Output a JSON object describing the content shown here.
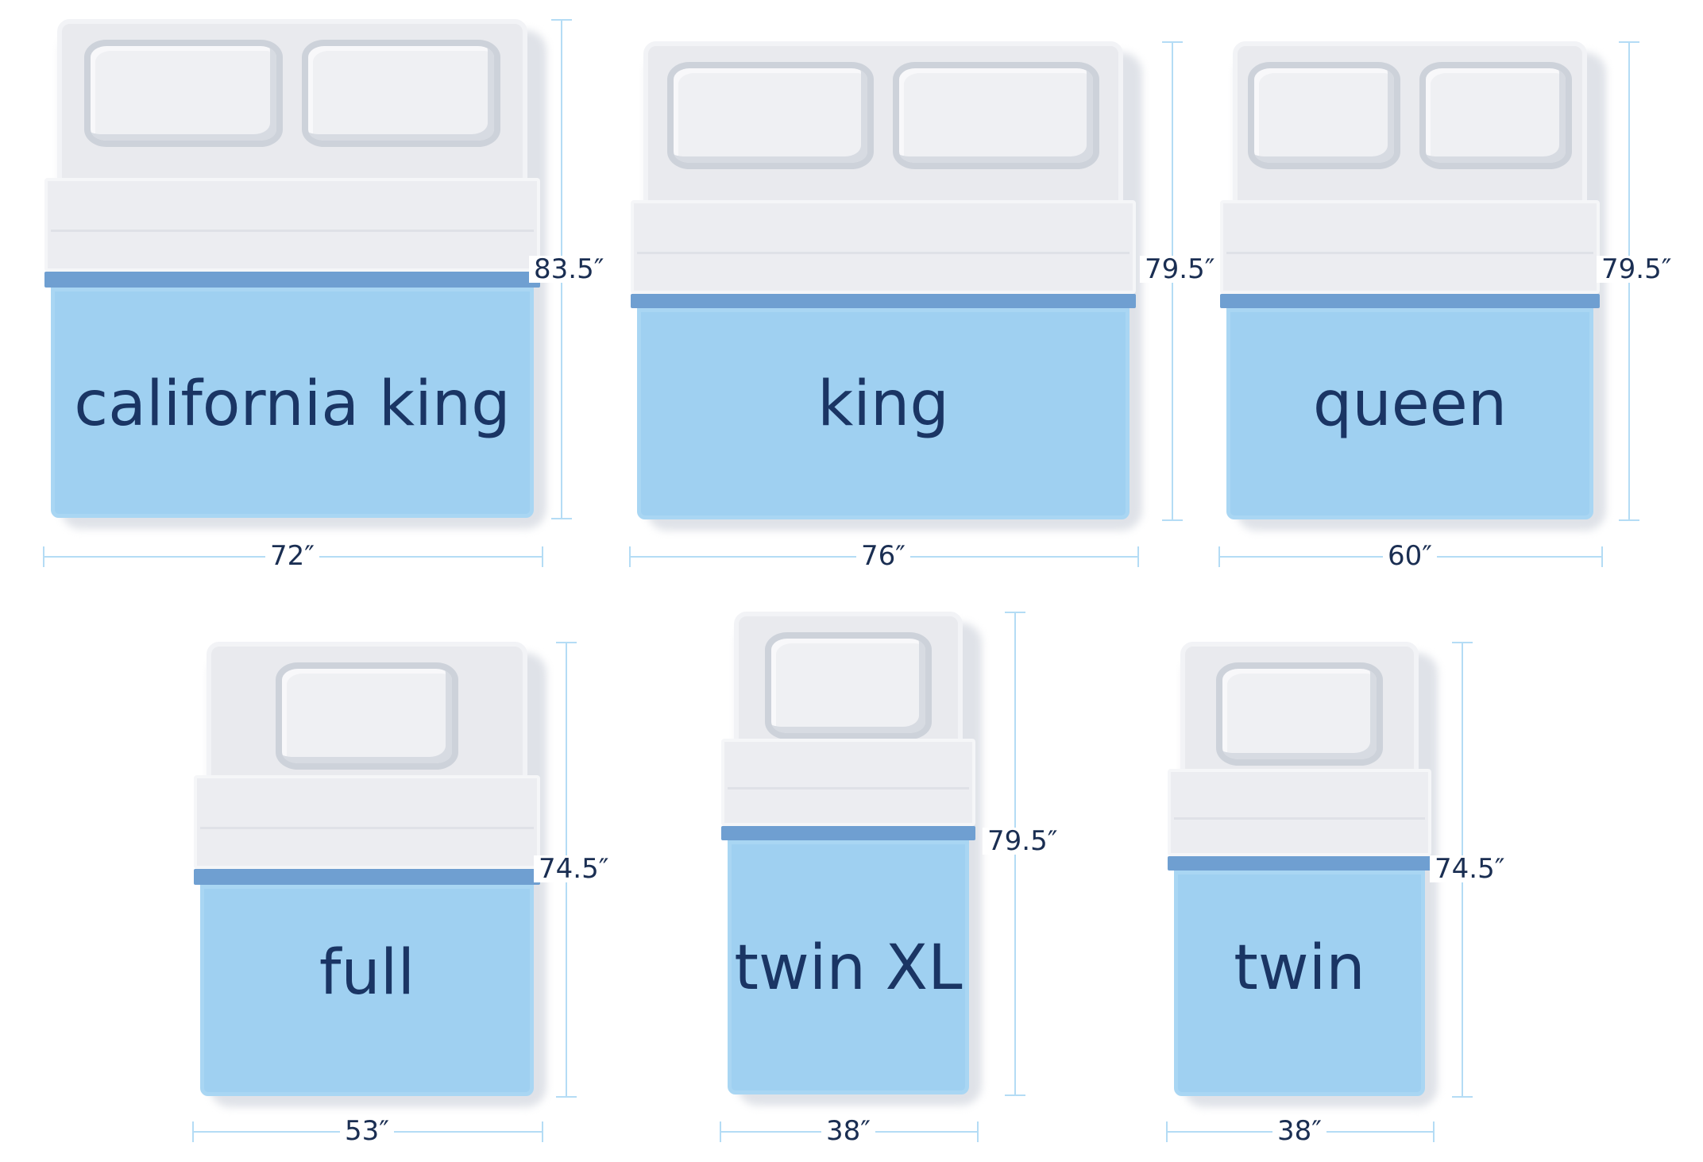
{
  "colors": {
    "blanket": "#9fd0f1",
    "band": "#6f9fd1",
    "headboard": "#e9eaee",
    "label": "#1a3564",
    "dimension_line": "#b4dcf5"
  },
  "beds": [
    {
      "id": "california-king",
      "name": "california king",
      "width_label": "72″",
      "length_label": "83.5″",
      "pillows": 2
    },
    {
      "id": "king",
      "name": "king",
      "width_label": "76″",
      "length_label": "79.5″",
      "pillows": 2
    },
    {
      "id": "queen",
      "name": "queen",
      "width_label": "60″",
      "length_label": "79.5″",
      "pillows": 2
    },
    {
      "id": "full",
      "name": "full",
      "width_label": "53″",
      "length_label": "74.5″",
      "pillows": 1
    },
    {
      "id": "twin-xl",
      "name": "twin XL",
      "width_label": "38″",
      "length_label": "79.5″",
      "pillows": 1
    },
    {
      "id": "twin",
      "name": "twin",
      "width_label": "38″",
      "length_label": "74.5″",
      "pillows": 1
    }
  ]
}
